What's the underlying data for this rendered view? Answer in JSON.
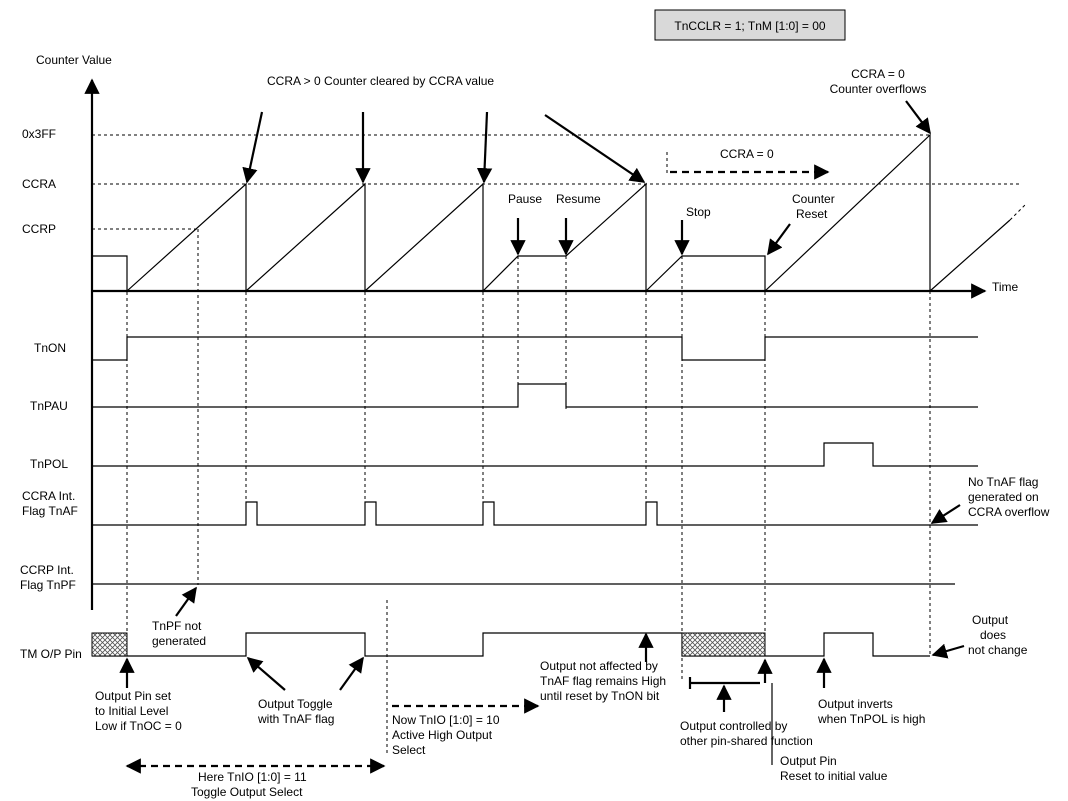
{
  "mode_box": "TnCCLR = 1; TnM [1:0] = 00",
  "axis": {
    "y_title": "Counter Value",
    "x_title": "Time",
    "levels": [
      "0x3FF",
      "CCRA",
      "CCRP"
    ]
  },
  "signals": {
    "tnon": "TnON",
    "tnpau": "TnPAU",
    "tnpol": "TnPOL",
    "tnaf_1": "CCRA Int.",
    "tnaf_2": "Flag TnAF",
    "tnpf_1": "CCRP Int.",
    "tnpf_2": "Flag TnPF",
    "pin": "TM O/P Pin"
  },
  "annotations": {
    "ccra_cleared": "CCRA > 0 Counter cleared by CCRA value",
    "ccra0_1": "CCRA = 0",
    "ccra0_2": "Counter overflows",
    "ccra0_span": "CCRA = 0",
    "pause": "Pause",
    "resume": "Resume",
    "stop": "Stop",
    "reset_1": "Counter",
    "reset_2": "Reset",
    "tnpf_not_1": "TnPF not",
    "tnpf_not_2": "generated",
    "no_tnaf_1": "No TnAF flag",
    "no_tnaf_2": "generated on",
    "no_tnaf_3": "CCRA overflow",
    "nochange_1": "Output",
    "nochange_2": "does",
    "nochange_3": "not change",
    "pinset_1": "Output Pin set",
    "pinset_2": "to Initial Level",
    "pinset_3": "Low if  TnOC = 0",
    "toggle_1": "Output Toggle",
    "toggle_2": "with TnAF flag",
    "tnio10_1": "Now TnIO [1:0] = 10",
    "tnio10_2": "Active High Output",
    "tnio10_3": "Select",
    "tnio11_1": "Here TnIO [1:0] = 11",
    "tnio11_2": "Toggle Output Select",
    "notaff_1": "Output not affected by",
    "notaff_2": "TnAF flag remains High",
    "notaff_3": "until reset by TnON bit",
    "ctrl_1": "Output controlled by",
    "ctrl_2": "other pin-shared function",
    "pinreset_1": "Output Pin",
    "pinreset_2": "Reset to initial value",
    "invert_1": "Output inverts",
    "invert_2": "when TnPOL is high"
  }
}
